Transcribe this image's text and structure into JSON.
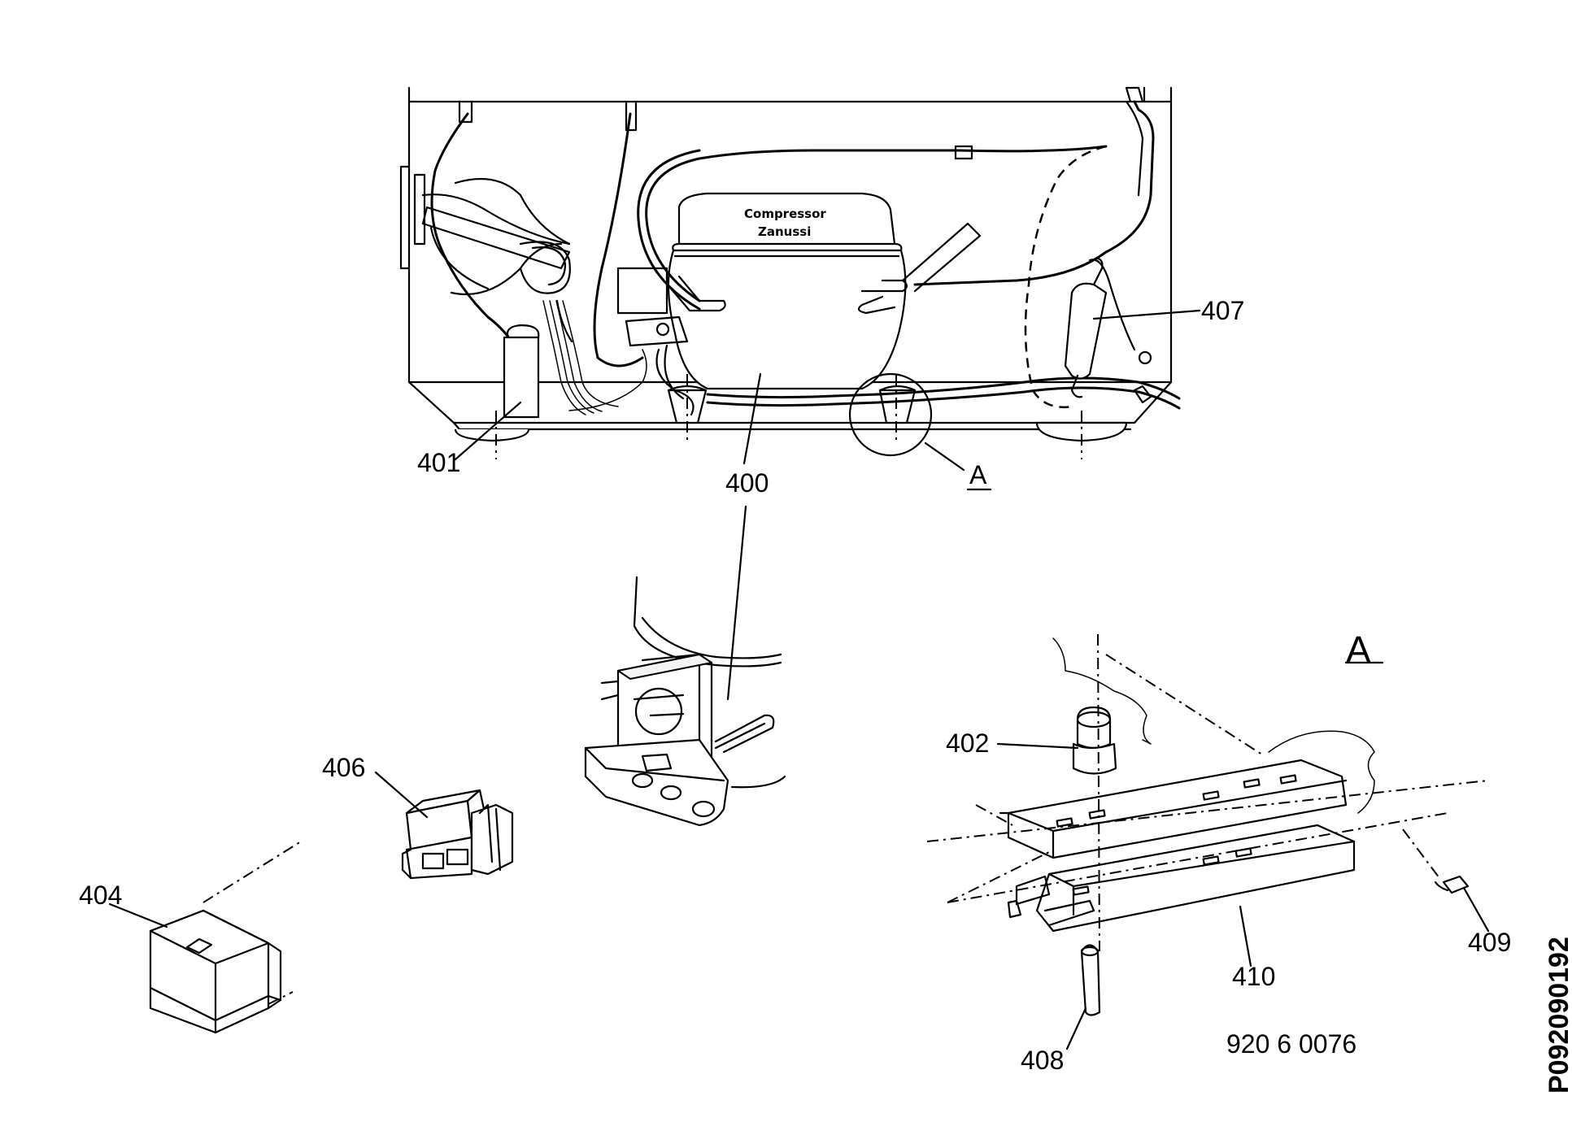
{
  "compressor": {
    "brand_line1": "Compressor",
    "brand_line2": "Zanussi"
  },
  "callouts": {
    "p400": "400",
    "p401": "401",
    "p402": "402",
    "p404": "404",
    "p406": "406",
    "p407": "407",
    "p408": "408",
    "p409": "409",
    "p410": "410",
    "detail_ref": "A",
    "detail_title": "A"
  },
  "drawing_number": "920 6 0076",
  "document_code": "P092090192"
}
